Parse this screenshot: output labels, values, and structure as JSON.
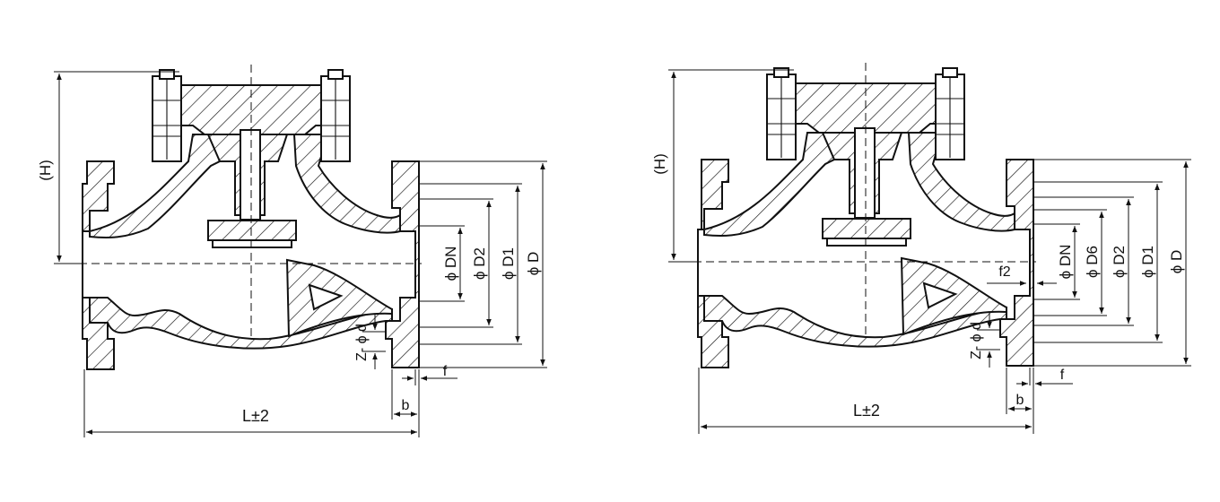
{
  "views": [
    {
      "id": "left",
      "labels": {
        "height": "(H)",
        "length": "L±2",
        "bore": "ϕ DN",
        "raised_face": "ϕ D2",
        "bolt_circle": "ϕ D1",
        "flange_od": "ϕ D",
        "bolt_holes": "Z- ϕ d",
        "flange_thickness": "b",
        "face_height": "f"
      }
    },
    {
      "id": "right",
      "labels": {
        "height": "(H)",
        "length": "L±2",
        "bore": "ϕ DN",
        "groove": "ϕ D6",
        "raised_face": "ϕ D2",
        "bolt_circle": "ϕ D1",
        "flange_od": "ϕ D",
        "groove_depth": "f2",
        "bolt_holes": "Z- ϕ d",
        "flange_thickness": "b",
        "face_height": "f"
      }
    }
  ],
  "colors": {
    "line": "#111111",
    "background": "#ffffff"
  }
}
